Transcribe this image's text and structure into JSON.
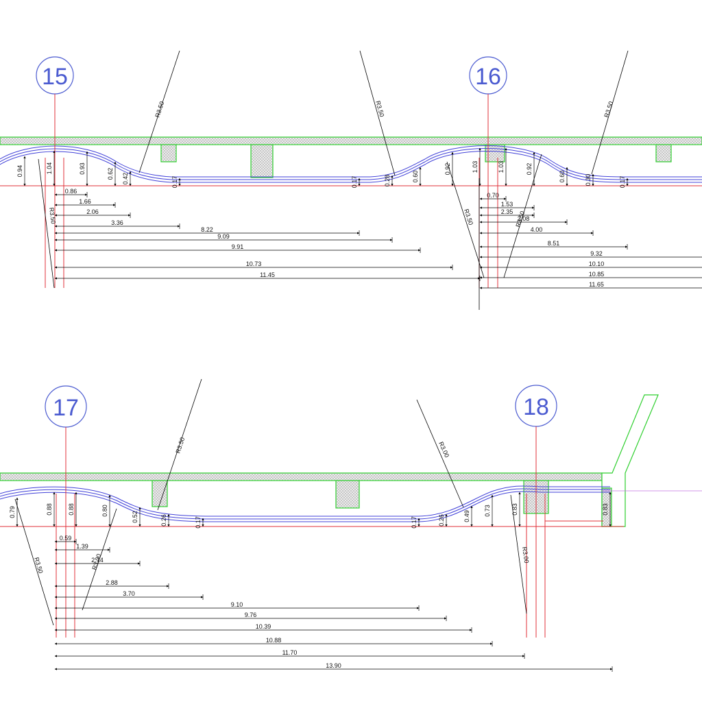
{
  "colors": {
    "slab_outline": "#2ecf2e",
    "reference_line": "#e0303a",
    "duct_profile": "#4040d8",
    "bubble": "#4a5ad0",
    "dimension": "#111111"
  },
  "sections": [
    {
      "axis_labels": [
        "15",
        "16"
      ],
      "radius_labels": [
        "R3.50",
        "R3.50",
        "R3.50",
        "R3.50",
        "R3.50",
        "R3.50"
      ],
      "height_labels": [
        "0.94",
        "1.04",
        "0.93",
        "0.62",
        "0.42",
        "0.17",
        "0.17",
        "0.28",
        "0.60",
        "0.92",
        "1.03",
        "1.03",
        "0.92",
        "0.60",
        "0.30",
        "0.17"
      ],
      "left_lengths": [
        "0.86",
        "1.66",
        "2.06",
        "3.36",
        "8.22",
        "9.09",
        "9.91",
        "10.73",
        "11.45"
      ],
      "right_lengths": [
        "0.70",
        "1.53",
        "2.35",
        "3.08",
        "4.00",
        "8.51",
        "9.32",
        "10.10",
        "10.85",
        "11.65"
      ]
    },
    {
      "axis_labels": [
        "17",
        "18"
      ],
      "radius_labels": [
        "R3.50",
        "R3.50",
        "R3.00",
        "R3.00",
        "R3.00"
      ],
      "height_labels": [
        "0.79",
        "0.88",
        "0.88",
        "0.80",
        "0.52",
        "0.26",
        "0.17",
        "0.17",
        "0.26",
        "0.49",
        "0.73",
        "0.83",
        "0.83"
      ],
      "lengths": [
        "0.59",
        "1.39",
        "2.14",
        "2.88",
        "3.70",
        "9.10",
        "9.76",
        "10.39",
        "10.88",
        "11.70",
        "13.90"
      ]
    }
  ]
}
